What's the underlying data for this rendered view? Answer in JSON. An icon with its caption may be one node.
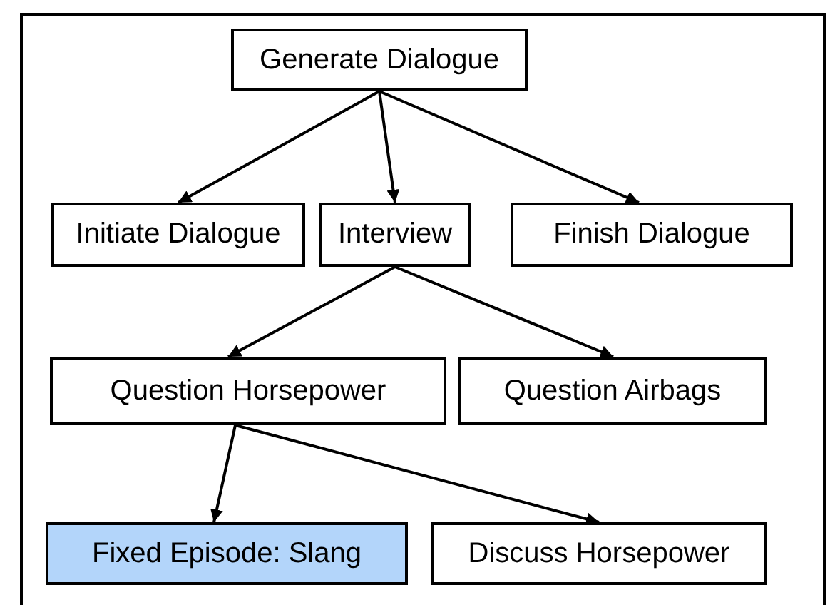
{
  "diagram": {
    "nodes": [
      {
        "text": [
          "Generate Dialogue"
        ]
      },
      {
        "text": [
          "Initiate Dialogue"
        ]
      },
      {
        "text": [
          "Interview"
        ]
      },
      {
        "text": [
          "Finish Dialogue"
        ]
      },
      {
        "text": [
          "Question Horsepower"
        ]
      },
      {
        "text": [
          "Question Airbags"
        ]
      },
      {
        "text": [
          "Fixed Episode: Slang"
        ]
      },
      {
        "text": [
          "Discuss Horsepower"
        ]
      }
    ],
    "edges": [
      {
        "from": 0,
        "to": 1,
        "arrow": "to"
      },
      {
        "from": 0,
        "to": 2,
        "arrow": "to"
      },
      {
        "from": 0,
        "to": 3,
        "arrow": "to"
      },
      {
        "from": 2,
        "to": 4,
        "arrow": "to"
      },
      {
        "from": 2,
        "to": 5,
        "arrow": "to"
      },
      {
        "from": 4,
        "to": 6,
        "arrow": "to"
      },
      {
        "from": 4,
        "to": 7,
        "arrow": "to"
      }
    ]
  }
}
